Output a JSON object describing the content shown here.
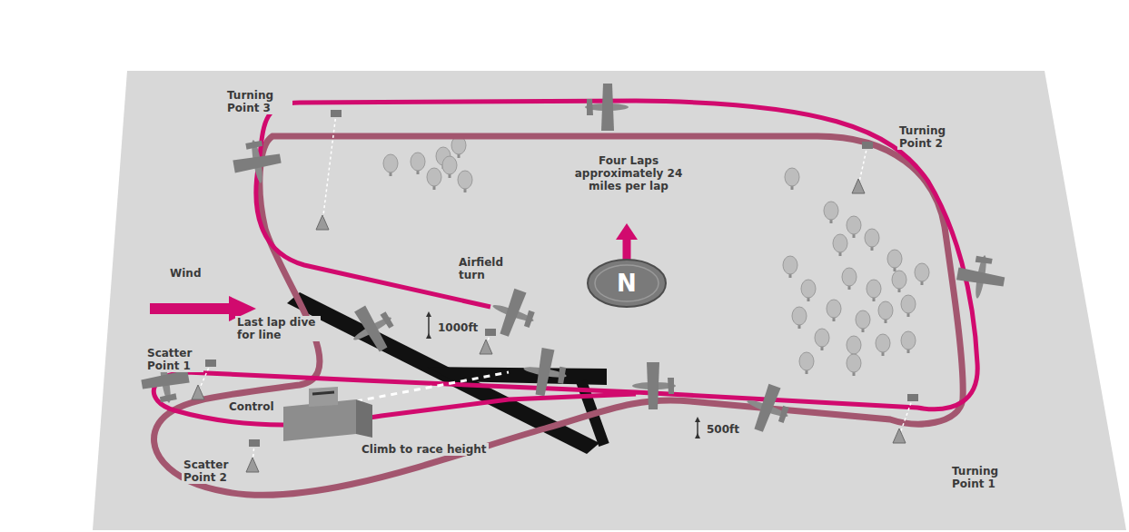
{
  "diagram": {
    "nodes": [
      {
        "text": [
          "N"
        ]
      }
    ],
    "labels": [
      "Turning Point 3",
      "Turning Point 2",
      "Four Laps approximately 24 miles per lap",
      "Wind",
      "Airfield turn",
      "Scatter Point 1",
      "Last lap dive for line",
      "1000ft",
      "Control",
      "500ft",
      "Scatter Point 2",
      "Climb to race height",
      "Turning Point 1"
    ]
  }
}
